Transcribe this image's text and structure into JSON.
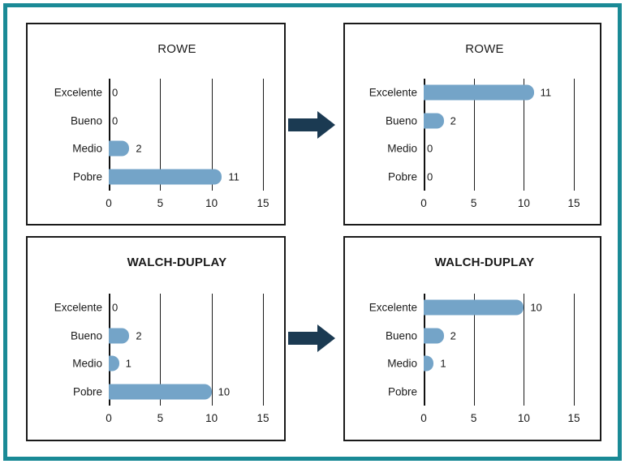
{
  "colors": {
    "outer_border": "#1a8a96",
    "panel_border": "#1a1a1a",
    "bar": "#74a4c8",
    "arrow": "#1b3a52",
    "text": "#1a1a1a"
  },
  "axis": {
    "ticks": [
      "0",
      "5",
      "10",
      "15"
    ],
    "tick_values": [
      0,
      5,
      10,
      15
    ],
    "xmin": 0,
    "xmax": 15
  },
  "categories": [
    "Excelente",
    "Bueno",
    "Medio",
    "Pobre"
  ],
  "arrows": {
    "top": "arrow-right-icon",
    "bottom": "arrow-right-icon"
  },
  "panels": [
    {
      "id": "rowe-before",
      "title": "ROWE",
      "title_bold": false,
      "position": "top-left",
      "values": [
        0,
        0,
        2,
        11
      ],
      "labels": [
        "0",
        "0",
        "2",
        "11"
      ],
      "label_visible": [
        true,
        true,
        true,
        true
      ]
    },
    {
      "id": "rowe-after",
      "title": "ROWE",
      "title_bold": false,
      "position": "top-right",
      "values": [
        11,
        2,
        0,
        0
      ],
      "labels": [
        "11",
        "2",
        "0",
        "0"
      ],
      "label_visible": [
        true,
        true,
        true,
        true
      ]
    },
    {
      "id": "walch-duplay-before",
      "title": "WALCH-DUPLAY",
      "title_bold": true,
      "position": "bottom-left",
      "values": [
        0,
        2,
        1,
        10
      ],
      "labels": [
        "0",
        "2",
        "1",
        "10"
      ],
      "label_visible": [
        true,
        true,
        true,
        true
      ]
    },
    {
      "id": "walch-duplay-after",
      "title": "WALCH-DUPLAY",
      "title_bold": true,
      "position": "bottom-right",
      "values": [
        10,
        2,
        1,
        0
      ],
      "labels": [
        "10",
        "2",
        "1",
        ""
      ],
      "label_visible": [
        true,
        true,
        true,
        false
      ]
    }
  ],
  "chart_data": [
    {
      "type": "bar",
      "orientation": "horizontal",
      "title": "ROWE",
      "subtitle": "pre-operative",
      "categories": [
        "Excelente",
        "Bueno",
        "Medio",
        "Pobre"
      ],
      "values": [
        0,
        0,
        2,
        11
      ],
      "xlabel": "",
      "ylabel": "",
      "xlim": [
        0,
        15
      ],
      "xticks": [
        0,
        5,
        10,
        15
      ],
      "grid": "vertical",
      "legend": "none",
      "data_labels": [
        "0",
        "0",
        "2",
        "11"
      ]
    },
    {
      "type": "bar",
      "orientation": "horizontal",
      "title": "ROWE",
      "subtitle": "post-operative",
      "categories": [
        "Excelente",
        "Bueno",
        "Medio",
        "Pobre"
      ],
      "values": [
        11,
        2,
        0,
        0
      ],
      "xlabel": "",
      "ylabel": "",
      "xlim": [
        0,
        15
      ],
      "xticks": [
        0,
        5,
        10,
        15
      ],
      "grid": "vertical",
      "legend": "none",
      "data_labels": [
        "11",
        "2",
        "0",
        "0"
      ]
    },
    {
      "type": "bar",
      "orientation": "horizontal",
      "title": "WALCH-DUPLAY",
      "subtitle": "pre-operative",
      "categories": [
        "Excelente",
        "Bueno",
        "Medio",
        "Pobre"
      ],
      "values": [
        0,
        2,
        1,
        10
      ],
      "xlabel": "",
      "ylabel": "",
      "xlim": [
        0,
        15
      ],
      "xticks": [
        0,
        5,
        10,
        15
      ],
      "grid": "vertical",
      "legend": "none",
      "data_labels": [
        "0",
        "2",
        "1",
        "10"
      ]
    },
    {
      "type": "bar",
      "orientation": "horizontal",
      "title": "WALCH-DUPLAY",
      "subtitle": "post-operative",
      "categories": [
        "Excelente",
        "Bueno",
        "Medio",
        "Pobre"
      ],
      "values": [
        10,
        2,
        1,
        0
      ],
      "xlabel": "",
      "ylabel": "",
      "xlim": [
        0,
        15
      ],
      "xticks": [
        0,
        5,
        10,
        15
      ],
      "grid": "vertical",
      "legend": "none",
      "data_labels": [
        "10",
        "2",
        "1",
        ""
      ]
    }
  ]
}
